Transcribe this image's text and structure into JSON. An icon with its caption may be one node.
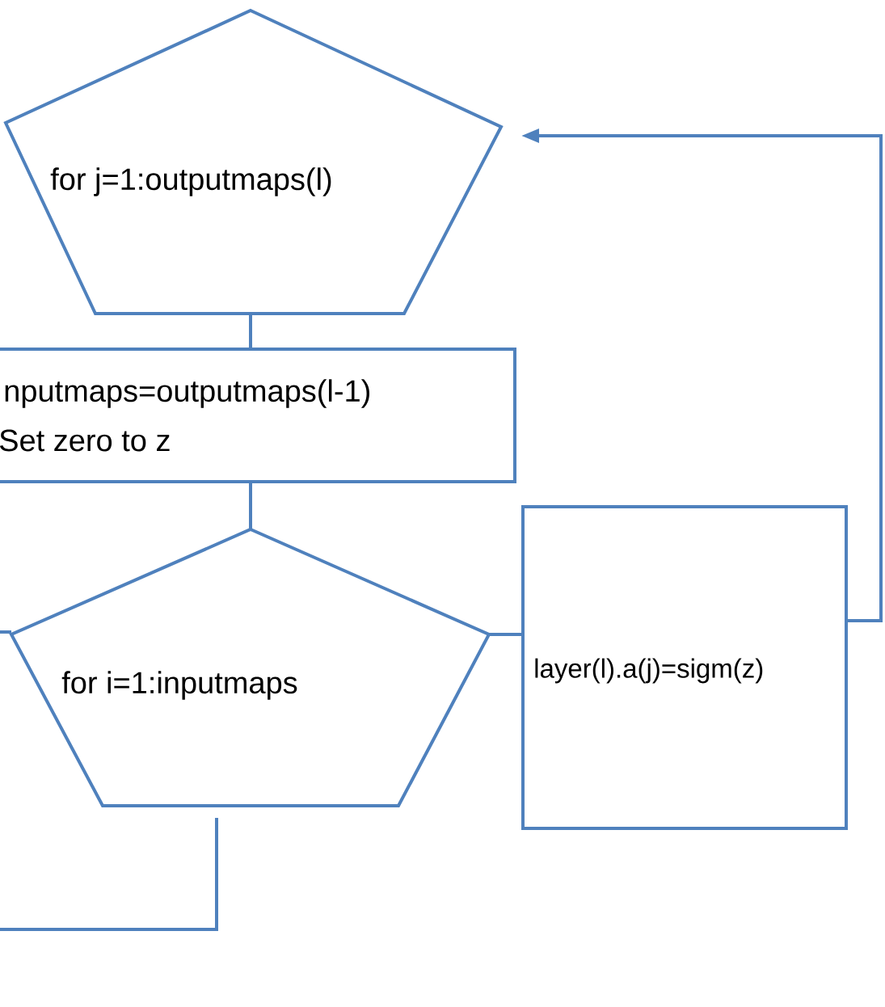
{
  "diagram": {
    "nodes": [
      {
        "text": [
          "for j=1:outputmaps(l)"
        ]
      },
      {
        "text": [
          "nputmaps=outputmaps(l-1)",
          "Set zero to z"
        ]
      },
      {
        "text": [
          "for i=1:inputmaps"
        ]
      },
      {
        "text": [
          "layer(l).a(j)=sigm(z)"
        ]
      }
    ],
    "edges": [
      {
        "from": 0,
        "to": 1,
        "arrow": "none"
      },
      {
        "from": 1,
        "to": 2,
        "arrow": "none"
      },
      {
        "from": 2,
        "to": 3,
        "arrow": "none"
      },
      {
        "from": 3,
        "to": 0,
        "arrow": "to"
      },
      {
        "from": null,
        "to": 2,
        "arrow": "none"
      },
      {
        "from": 2,
        "to": null,
        "arrow": "none"
      }
    ]
  }
}
